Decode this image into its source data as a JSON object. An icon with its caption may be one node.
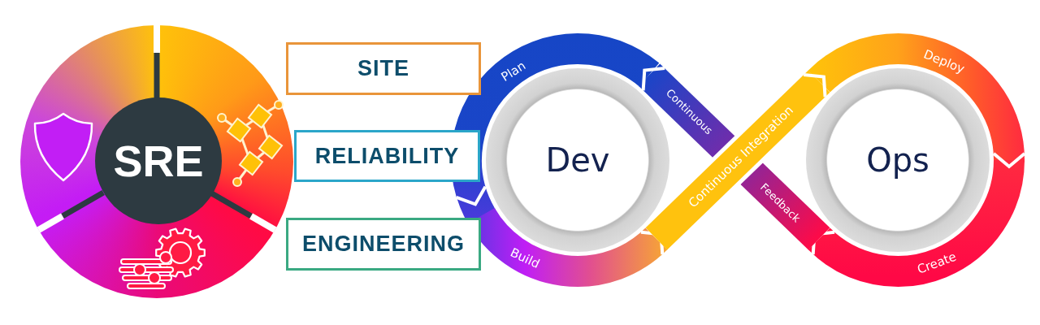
{
  "diagram": {
    "nodes": [
      {
        "text": [
          "SRE"
        ]
      },
      {
        "text": [
          "SITE"
        ]
      },
      {
        "text": [
          "RELIABILITY"
        ]
      },
      {
        "text": [
          "ENGINEERING"
        ]
      },
      {
        "text": [
          "Dev"
        ]
      },
      {
        "text": [
          "Ops"
        ]
      }
    ],
    "edges": [
      {
        "from": 4,
        "to": 5,
        "arrow": "to",
        "label": "Continuous Integration",
        "color": "#ffc20e"
      },
      {
        "from": 5,
        "to": 4,
        "arrow": "to"
      }
    ],
    "labels": [
      "Plan",
      "Continuous",
      "Deploy",
      "Feedback",
      "Build",
      "Create"
    ]
  }
}
